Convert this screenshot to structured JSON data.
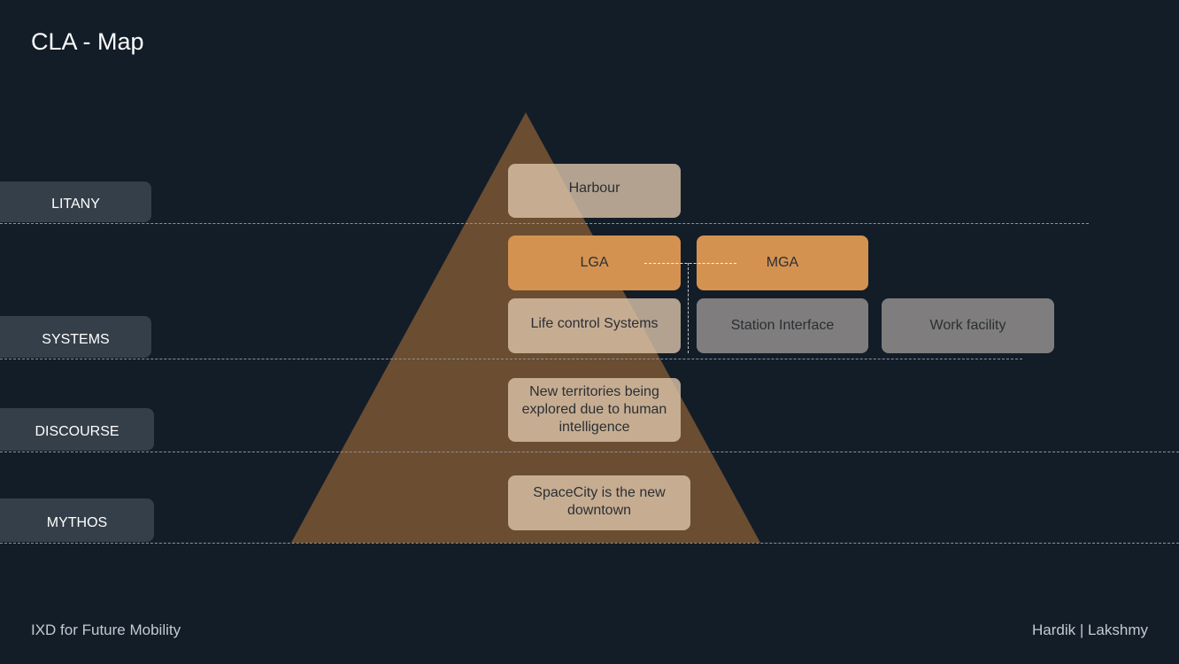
{
  "title": "CLA - Map",
  "footer": {
    "left": "IXD for Future Mobility",
    "right": "Hardik | Lakshmy"
  },
  "colors": {
    "background": "#131d28",
    "pyramid": "#6b4d31",
    "tab": "#353f49",
    "highlight_box": "#d49251"
  },
  "layers": [
    {
      "label": "LITANY"
    },
    {
      "label": "SYSTEMS"
    },
    {
      "label": "DISCOURSE"
    },
    {
      "label": "MYTHOS"
    }
  ],
  "boxes": {
    "harbour": "Harbour",
    "lga": "LGA",
    "mga": "MGA",
    "life_control": "Life control Systems",
    "station_interface": "Station Interface",
    "work_facility": "Work facility",
    "new_territories": "New territories being explored due to human intelligence",
    "spacecity": "SpaceCity is the new downtown"
  }
}
